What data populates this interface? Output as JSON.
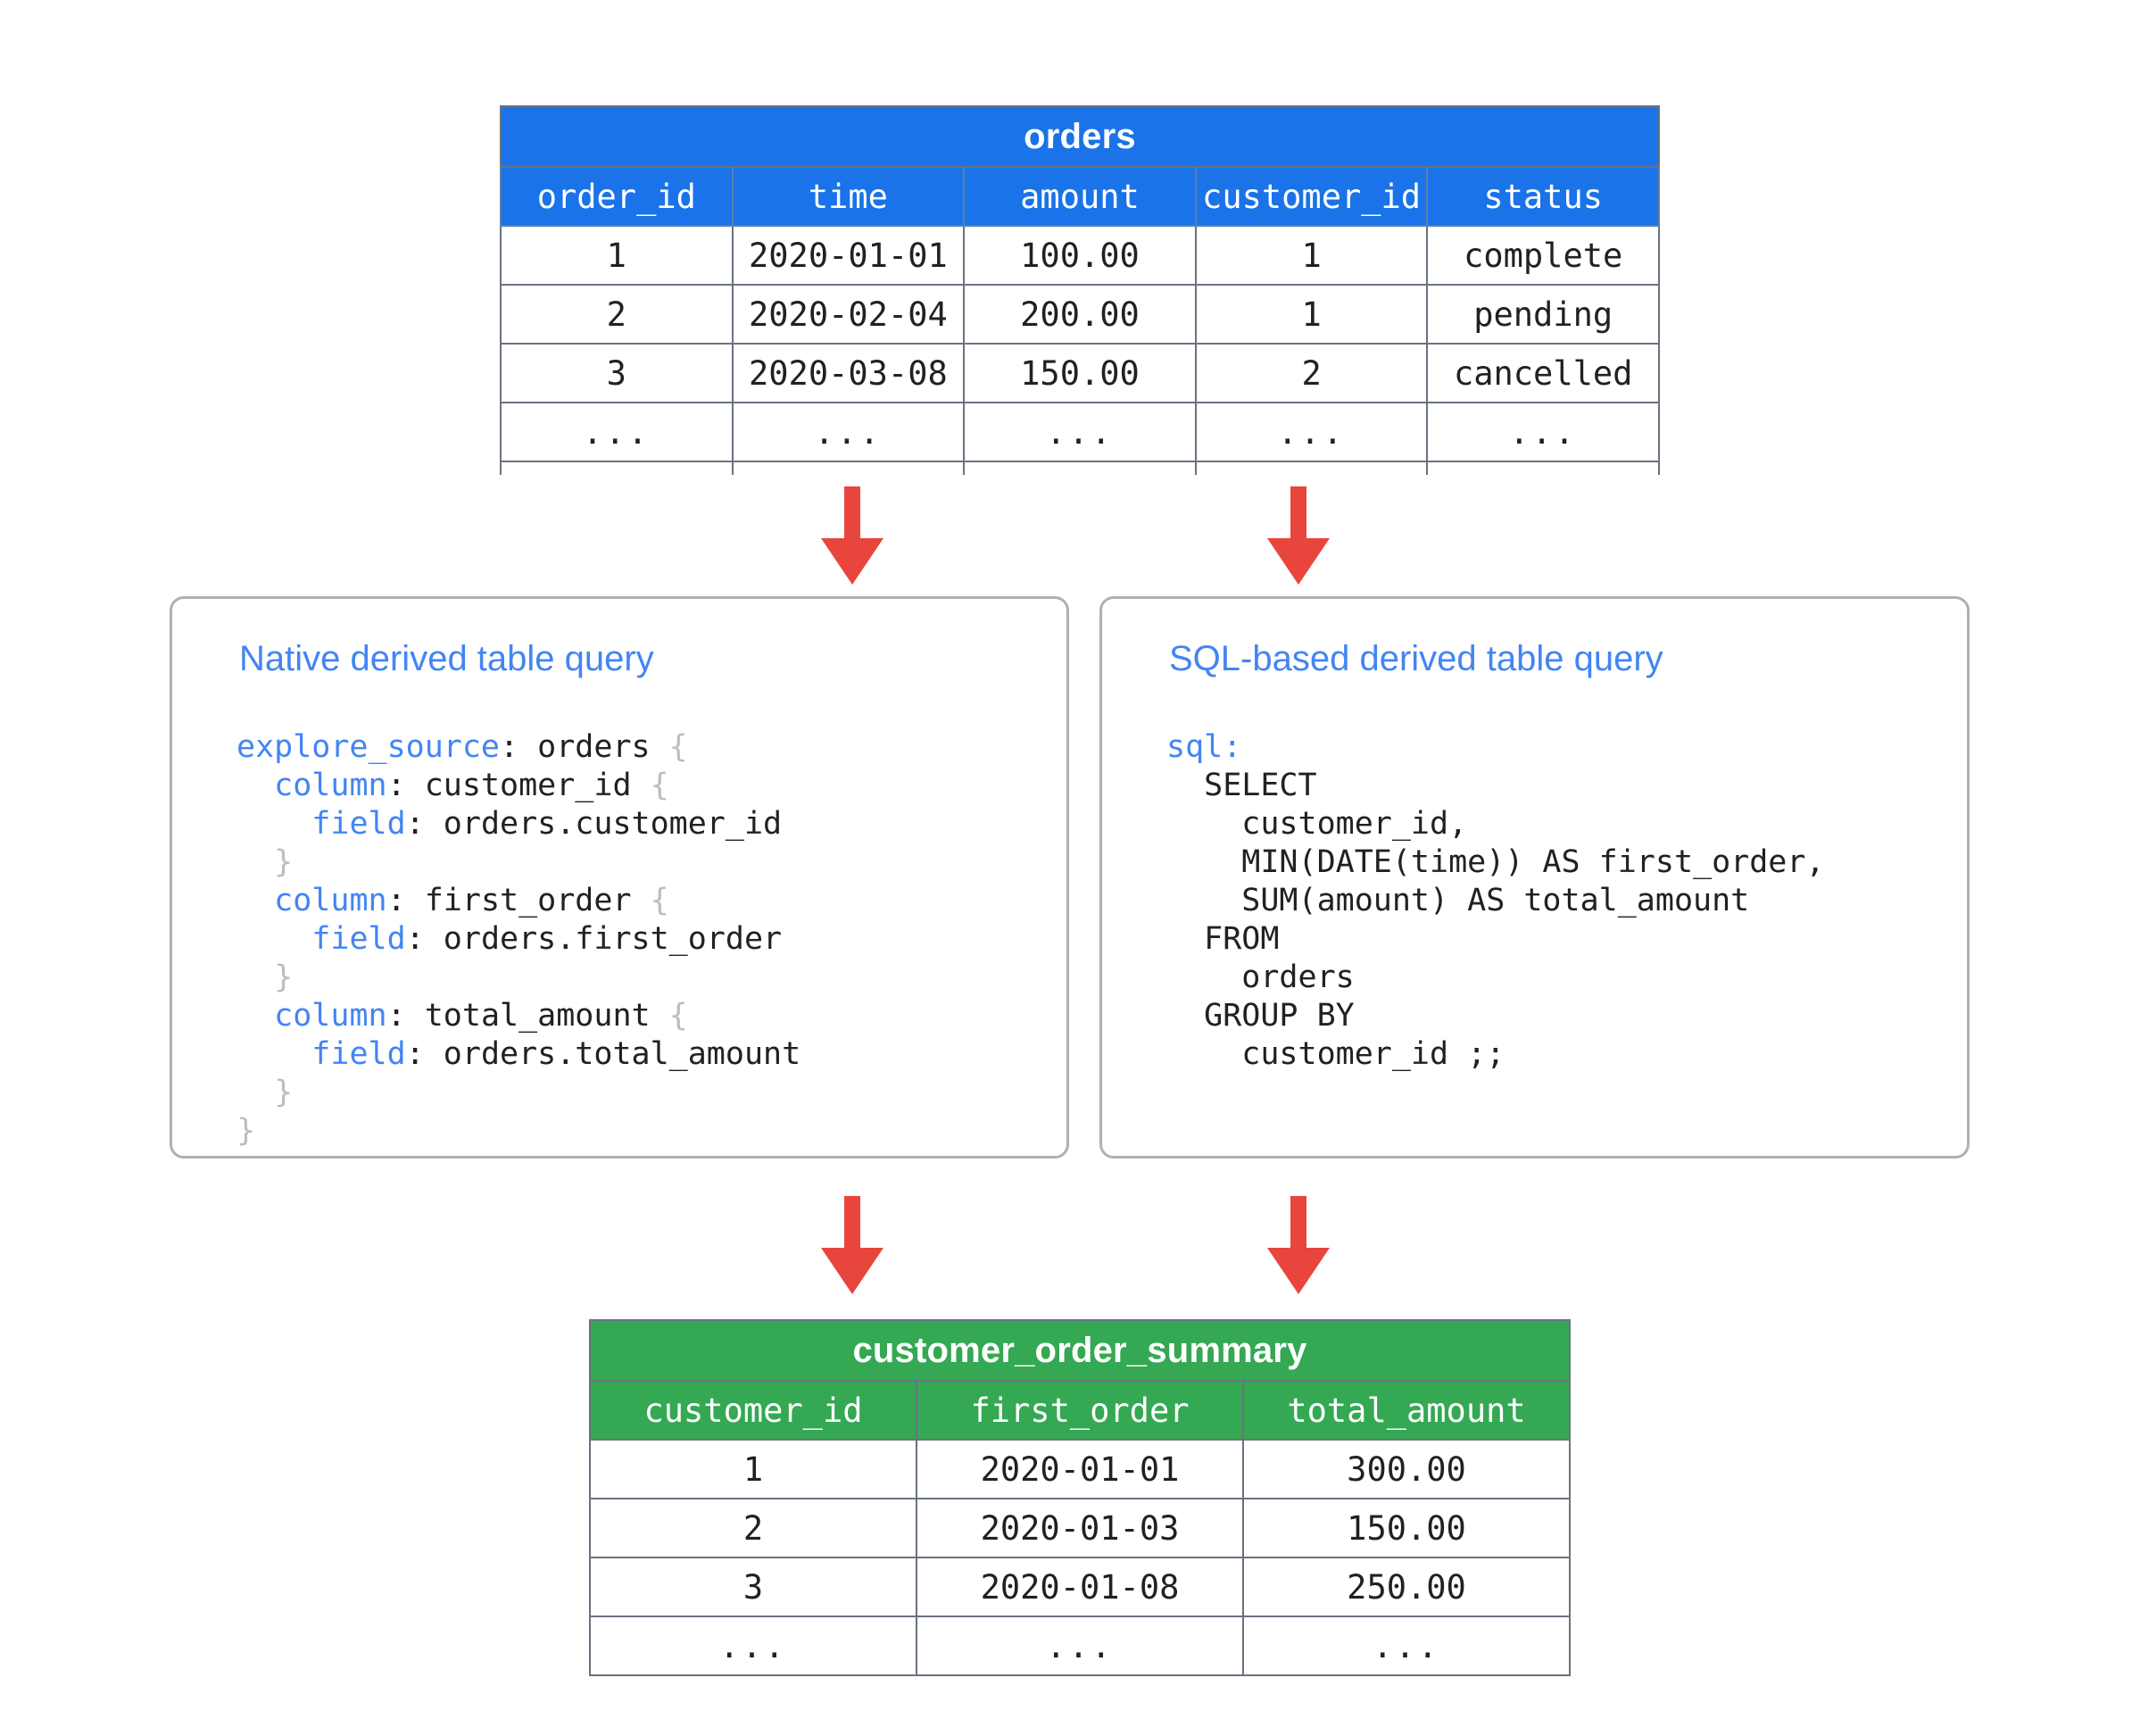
{
  "diagram": {
    "title": "Looker derived table diagram",
    "colors": {
      "source_table_header": "#1a73e8",
      "result_table_header": "#34a853",
      "arrow": "#e8453c",
      "card_title": "#4285f4",
      "code_keyword": "#4285f4",
      "card_border": "#b0b0b0",
      "table_border": "#6b7280"
    }
  },
  "source_table": {
    "name": "orders",
    "columns": [
      "order_id",
      "time",
      "amount",
      "customer_id",
      "status"
    ],
    "rows": [
      [
        "1",
        "2020-01-01",
        "100.00",
        "1",
        "complete"
      ],
      [
        "2",
        "2020-02-04",
        "200.00",
        "1",
        "pending"
      ],
      [
        "3",
        "2020-03-08",
        "150.00",
        "2",
        "cancelled"
      ],
      [
        "...",
        "...",
        "...",
        "...",
        "..."
      ],
      [
        "",
        "",
        "",
        "",
        ""
      ]
    ]
  },
  "result_table": {
    "name": "customer_order_summary",
    "columns": [
      "customer_id",
      "first_order",
      "total_amount"
    ],
    "rows": [
      [
        "1",
        "2020-01-01",
        "300.00"
      ],
      [
        "2",
        "2020-01-03",
        "150.00"
      ],
      [
        "3",
        "2020-01-08",
        "250.00"
      ],
      [
        "...",
        "...",
        "..."
      ]
    ]
  },
  "native_card": {
    "title": "Native derived table query",
    "code_lines": [
      [
        {
          "t": "explore_source",
          "c": "kw"
        },
        {
          "t": ": orders ",
          "c": ""
        },
        {
          "t": "{",
          "c": "brace"
        }
      ],
      [
        {
          "t": "  ",
          "c": ""
        },
        {
          "t": "column",
          "c": "kw"
        },
        {
          "t": ": customer_id ",
          "c": ""
        },
        {
          "t": "{",
          "c": "brace"
        }
      ],
      [
        {
          "t": "    ",
          "c": ""
        },
        {
          "t": "field",
          "c": "kw"
        },
        {
          "t": ": orders.customer_id",
          "c": ""
        }
      ],
      [
        {
          "t": "  ",
          "c": ""
        },
        {
          "t": "}",
          "c": "brace"
        }
      ],
      [
        {
          "t": "  ",
          "c": ""
        },
        {
          "t": "column",
          "c": "kw"
        },
        {
          "t": ": first_order ",
          "c": ""
        },
        {
          "t": "{",
          "c": "brace"
        }
      ],
      [
        {
          "t": "    ",
          "c": ""
        },
        {
          "t": "field",
          "c": "kw"
        },
        {
          "t": ": orders.first_order",
          "c": ""
        }
      ],
      [
        {
          "t": "  ",
          "c": ""
        },
        {
          "t": "}",
          "c": "brace"
        }
      ],
      [
        {
          "t": "  ",
          "c": ""
        },
        {
          "t": "column",
          "c": "kw"
        },
        {
          "t": ": total_amount ",
          "c": ""
        },
        {
          "t": "{",
          "c": "brace"
        }
      ],
      [
        {
          "t": "    ",
          "c": ""
        },
        {
          "t": "field",
          "c": "kw"
        },
        {
          "t": ": orders.total_amount",
          "c": ""
        }
      ],
      [
        {
          "t": "  ",
          "c": ""
        },
        {
          "t": "}",
          "c": "brace"
        }
      ],
      [
        {
          "t": "}",
          "c": "brace"
        }
      ]
    ]
  },
  "sql_card": {
    "title": "SQL-based derived table query",
    "code_lines": [
      [
        {
          "t": "sql",
          "c": "kw"
        },
        {
          "t": ":",
          "c": "kw"
        }
      ],
      [
        {
          "t": "  SELECT",
          "c": ""
        }
      ],
      [
        {
          "t": "    customer_id,",
          "c": ""
        }
      ],
      [
        {
          "t": "    MIN(DATE(time)) AS first_order,",
          "c": ""
        }
      ],
      [
        {
          "t": "    SUM(amount) AS total_amount",
          "c": ""
        }
      ],
      [
        {
          "t": "  FROM",
          "c": ""
        }
      ],
      [
        {
          "t": "    orders",
          "c": ""
        }
      ],
      [
        {
          "t": "  GROUP BY",
          "c": ""
        }
      ],
      [
        {
          "t": "    customer_id ;;",
          "c": ""
        }
      ]
    ]
  },
  "arrows": [
    {
      "name": "orders-to-native",
      "direction": "down"
    },
    {
      "name": "orders-to-sql",
      "direction": "down"
    },
    {
      "name": "native-to-summary",
      "direction": "down"
    },
    {
      "name": "sql-to-summary",
      "direction": "down"
    }
  ]
}
